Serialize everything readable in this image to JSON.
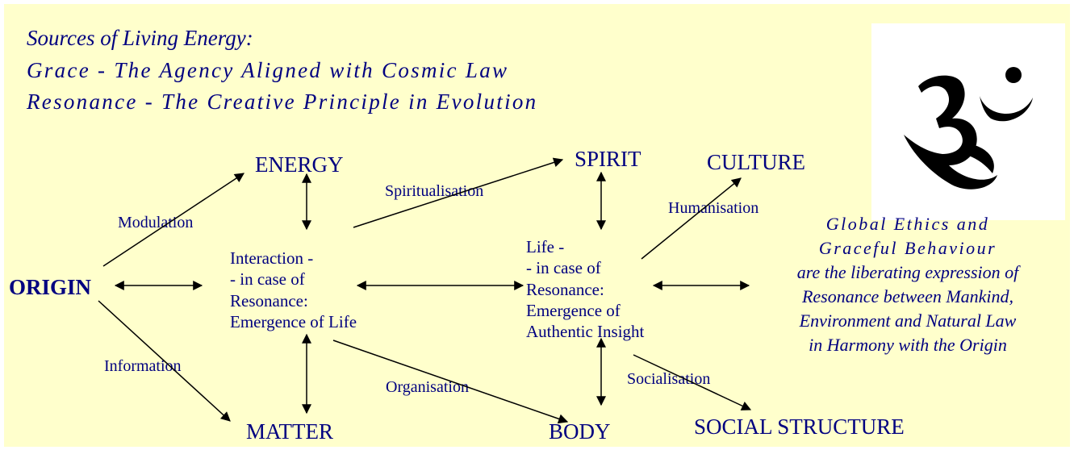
{
  "heading": {
    "line1": "Sources of Living Energy:",
    "line2": "Grace - The Agency Aligned with Cosmic Law",
    "line3": "Resonance - The Creative Principle in Evolution"
  },
  "nodes": {
    "origin": "ORIGIN",
    "energy": "ENERGY",
    "matter": "MATTER",
    "spirit": "SPIRIT",
    "culture": "CULTURE",
    "body": "BODY",
    "social_structure": "SOCIAL STRUCTURE"
  },
  "interaction_block": {
    "line1": "Interaction -",
    "line2": "- in case of",
    "line3": "Resonance:",
    "line4": "Emergence of Life"
  },
  "life_block": {
    "line1": "Life -",
    "line2": "- in case of",
    "line3": "Resonance:",
    "line4": "Emergence of",
    "line5": "Authentic Insight"
  },
  "edge_labels": {
    "modulation": "Modulation",
    "information": "Information",
    "spiritualisation": "Spiritualisation",
    "humanisation": "Humanisation",
    "organisation": "Organisation",
    "socialisation": "Socialisation"
  },
  "ethics": {
    "line1": "Global Ethics and",
    "line2": "Graceful Behaviour",
    "line3": "are the liberating expression of",
    "line4": "Resonance between Mankind,",
    "line5": "Environment and Natural Law",
    "line6": "in Harmony with the Origin"
  },
  "symbol": {
    "icon": "om-symbol-icon"
  },
  "colors": {
    "background": "#ffffcc",
    "text": "#000080",
    "arrows": "#000000"
  }
}
